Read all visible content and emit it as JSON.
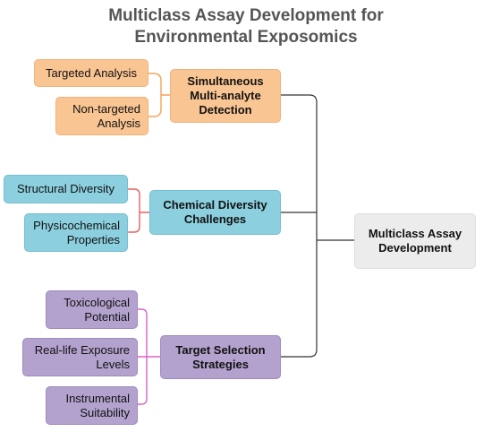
{
  "title": {
    "line1": "Multiclass Assay Development for",
    "line2": "Environmental Exposomics"
  },
  "root": {
    "lines": [
      "Multiclass Assay",
      "Development"
    ]
  },
  "groups": [
    {
      "lines": [
        "Simultaneous",
        "Multi-analyte",
        "Detection"
      ],
      "color": "#f9c593",
      "connector_color": "#f2a25a",
      "items": [
        {
          "lines": [
            "Targeted Analysis"
          ]
        },
        {
          "lines": [
            "Non-targeted",
            "Analysis"
          ]
        }
      ]
    },
    {
      "lines": [
        "Chemical Diversity",
        "Challenges"
      ],
      "color": "#8ccfde",
      "connector_color": "#e8605e",
      "items": [
        {
          "lines": [
            "Structural Diversity"
          ]
        },
        {
          "lines": [
            "Physicochemical",
            "Properties"
          ]
        }
      ]
    },
    {
      "lines": [
        "Target Selection",
        "Strategies"
      ],
      "color": "#b3a2cd",
      "connector_color": "#d964c8",
      "items": [
        {
          "lines": [
            "Toxicological",
            "Potential"
          ]
        },
        {
          "lines": [
            "Real-life Exposure",
            "Levels"
          ]
        },
        {
          "lines": [
            "Instrumental",
            "Suitability"
          ]
        }
      ]
    }
  ]
}
